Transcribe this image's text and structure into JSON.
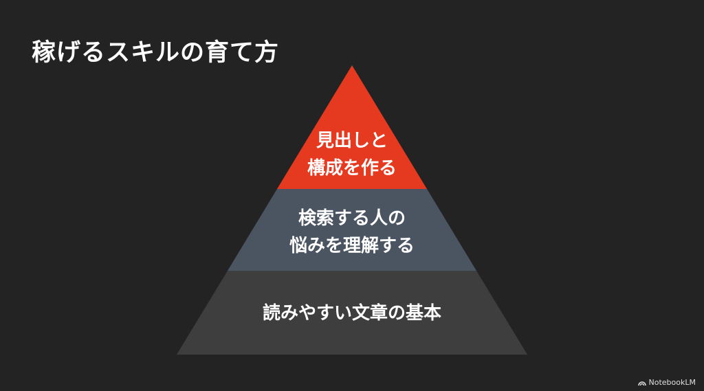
{
  "title": "稼げるスキルの育て方",
  "pyramid": {
    "tiers": [
      {
        "lines": [
          "見出しと",
          "構成を作る"
        ],
        "color": "#e63a20"
      },
      {
        "lines": [
          "検索する人の",
          "悩みを理解する"
        ],
        "color": "#4b5562"
      },
      {
        "lines": [
          "読みやすい文章の基本"
        ],
        "color": "#3e3e3e"
      }
    ]
  },
  "watermark": {
    "icon": "notebooklm-logo-icon",
    "text": "NotebookLM"
  }
}
